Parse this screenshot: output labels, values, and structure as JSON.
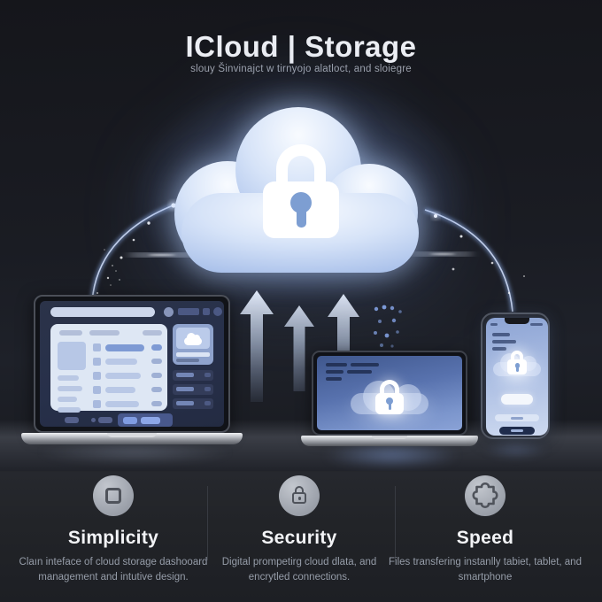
{
  "header": {
    "title": "ICloud | Storage",
    "subtitle": "slouy Šinvinajct w tirnyojo alatloct, and sloiegre"
  },
  "hero": {
    "cloud_icon": "cloud-icon",
    "lock_icon": "padlock-icon",
    "arrows": "three-upward-arrows",
    "devices": [
      "laptop-dashboard-mockup",
      "laptop-cloud-lock-mockup",
      "smartphone-cloud-lock-mockup"
    ]
  },
  "features": [
    {
      "title": "Simplicity",
      "icon": "rounded-square-icon",
      "description": "Claın inteface of cloud storage dashooard management and intutive design."
    },
    {
      "title": "Security",
      "icon": "padlock-icon",
      "description": "Digital prompetirg cloud dlata, and encrytled connections."
    },
    {
      "title": "Speed",
      "icon": "puzzle-icon",
      "description": "Files transfering instanlly tabiet, tablet, and smartphone"
    }
  ],
  "colors": {
    "background": "#1a1c22",
    "cloud_blue": "#bcd0f0",
    "accent_blue": "#7d9ed2",
    "screen_blue": "#5f7cb9",
    "feature_icon_gray": "#a3a8b1",
    "title_text": "#eceef3",
    "muted_text": "#9ba0ab"
  }
}
